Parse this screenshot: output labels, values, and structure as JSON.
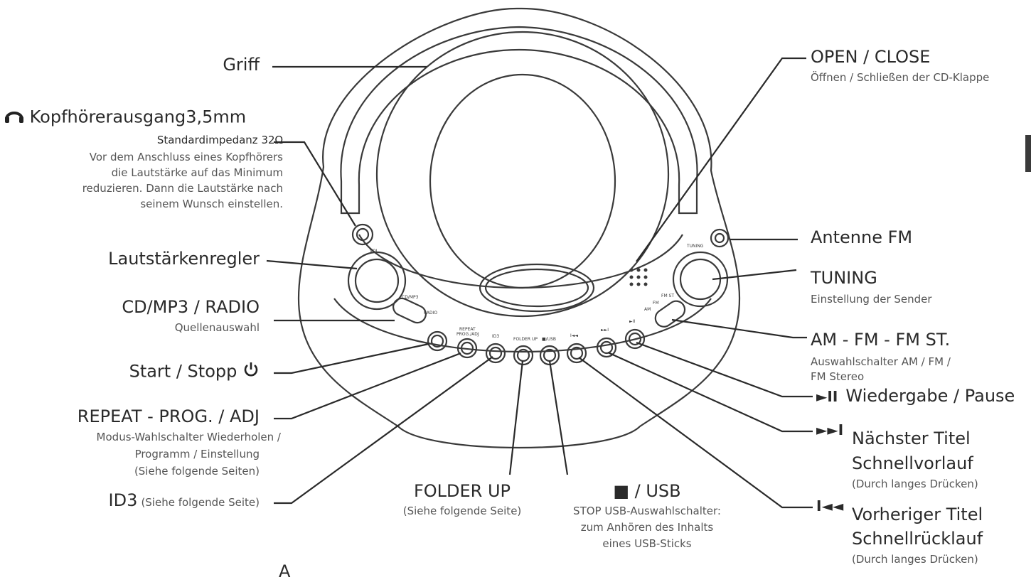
{
  "labels": {
    "griff": "Griff",
    "kopfhoerer_title": "Kopfhörerausgang3,5mm",
    "kopfhoerer_sub1": "Standardimpedanz 32Ω",
    "kopfhoerer_sub2": "Vor dem Anschluss eines Kopfhörers",
    "kopfhoerer_sub3": "die Lautstärke auf das Minimum",
    "kopfhoerer_sub4": "reduzieren. Dann die Lautstärke nach",
    "kopfhoerer_sub5": "seinem Wunsch einstellen.",
    "lautstaerke": "Lautstärkenregler",
    "cdmp3": "CD/MP3 / RADIO",
    "cdmp3_sub": "Quellenauswahl",
    "startstopp": "Start / Stopp",
    "repeat": "REPEAT - PROG. / ADJ",
    "repeat_sub1": "Modus-Wahlschalter Wiederholen /",
    "repeat_sub2": "Programm / Einstellung",
    "repeat_sub3": "(Siehe folgende Seiten)",
    "id3": "ID3",
    "id3_sub": "(Siehe folgende Seite)",
    "folder": "FOLDER UP",
    "folder_sub": "(Siehe  folgende Seite)",
    "usb": "■ / USB",
    "usb_sub1": "STOP USB-Auswahlschalter:",
    "usb_sub2": "zum Anhören des Inhalts",
    "usb_sub3": "eines USB-Sticks",
    "open": "OPEN / CLOSE",
    "open_sub": "Öffnen / Schließen der CD-Klappe",
    "antenne": "Antenne FM",
    "tuning": "TUNING",
    "tuning_sub": "Einstellung der Sender",
    "amfm": "AM - FM - FM ST.",
    "amfm_sub1": "Auswahlschalter AM / FM /",
    "amfm_sub2": "FM Stereo",
    "play_symbol": "►II",
    "play": "Wiedergabe / Pause",
    "next_symbol": "►►I",
    "next1": "Nächster Titel",
    "next2": "Schnellvorlauf",
    "next3": "(Durch langes Drücken)",
    "prev_symbol": "I◄◄",
    "prev1": "Vorheriger Titel",
    "prev2": "Schnellrücklauf",
    "prev3": "(Durch langes Drücken)",
    "bottom_partial": "A"
  },
  "device_marks": {
    "vol": "VOL",
    "tuning": "TUNING",
    "cdmp3": "CD/MP3",
    "radio": "RADIO",
    "repeat": "REPEAT",
    "prog": "PROG./ADJ",
    "id3": "ID3",
    "folder": "FOLDER UP",
    "usb": "■/USB",
    "prev": "I◄◄",
    "next": "►►I",
    "play": "►II",
    "fmst": "FM ST",
    "fm": "FM",
    "am": "AM"
  },
  "colors": {
    "line": "#2a2a2a",
    "device": "#3a3a3a",
    "text": "#2a2a2a",
    "subtext": "#555555"
  },
  "icons": {
    "headphone": "headphone-icon",
    "power": "power-icon"
  }
}
